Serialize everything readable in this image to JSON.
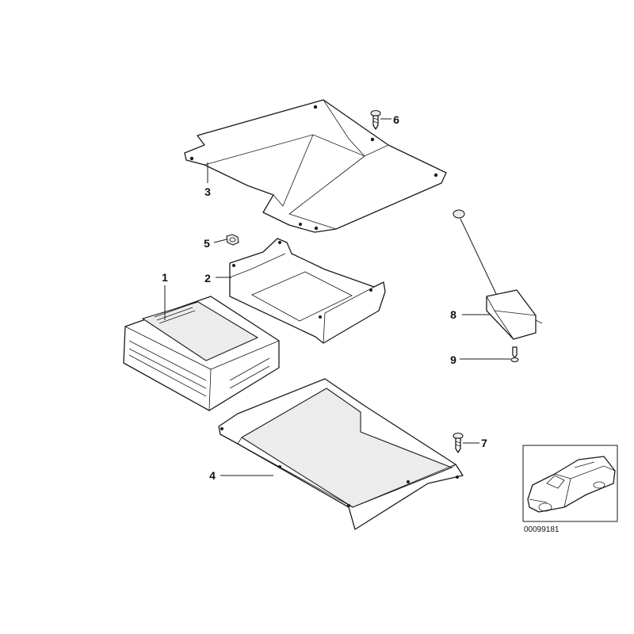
{
  "callouts": {
    "c1": "1",
    "c2": "2",
    "c3": "3",
    "c4": "4",
    "c5": "5",
    "c6": "6",
    "c7": "7",
    "c8": "8",
    "c9": "9"
  },
  "inset": {
    "reference_number": "00099181"
  }
}
